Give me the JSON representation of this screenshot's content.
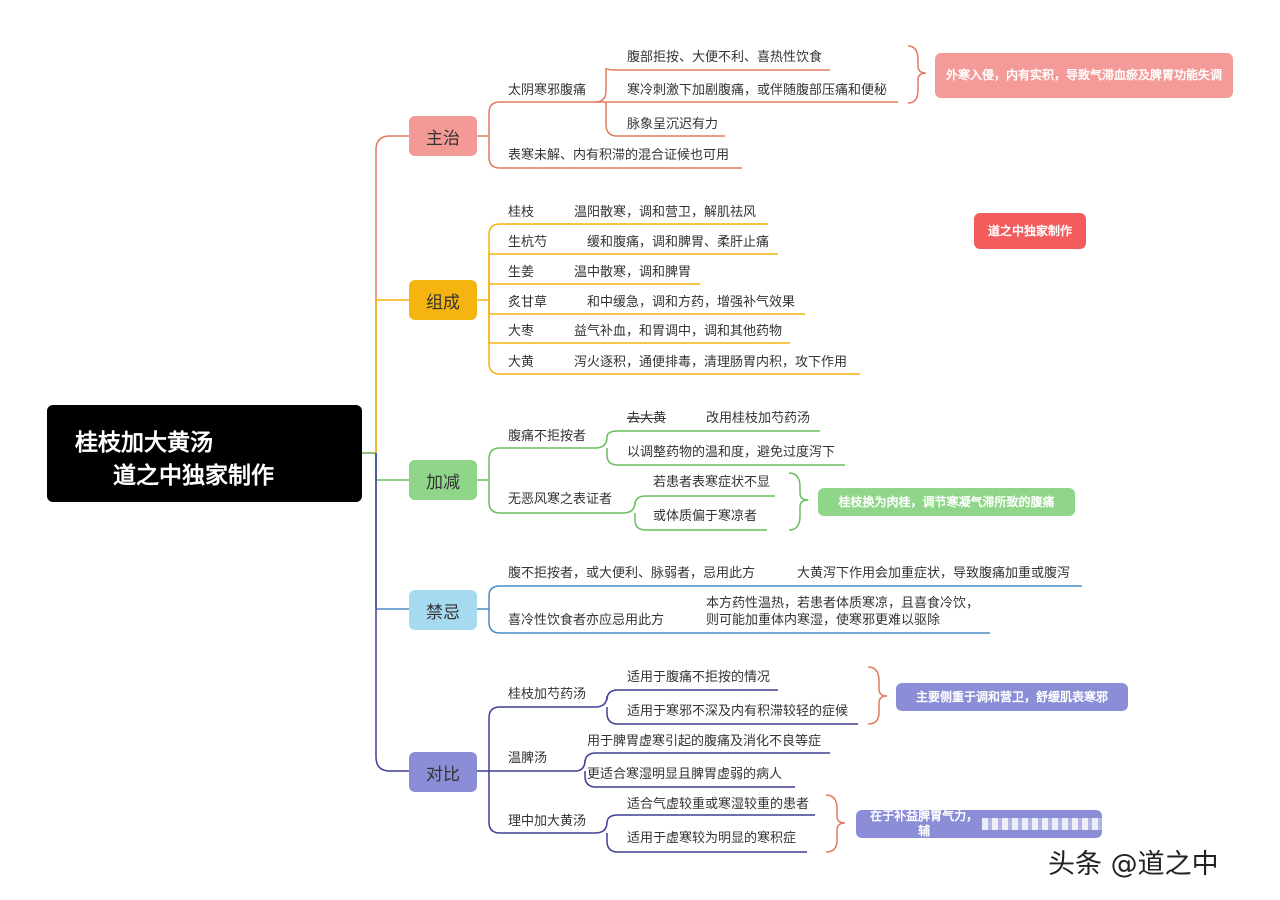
{
  "root": {
    "line1": "桂枝加大黄汤",
    "line2": "道之中独家制作"
  },
  "branches": {
    "zhuzhi": {
      "label": "主治",
      "taiyin": "太阴寒邪腹痛",
      "sym1": "腹部拒按、大便不利、喜热性饮食",
      "sym2": "寒冷刺激下加剧腹痛，或伴随腹部压痛和便秘",
      "sym3": "脉象呈沉迟有力",
      "biaohan": "表寒未解、内有积滞的混合证候也可用",
      "note": "外寒入侵，内有实积，导致气滞血瘀及脾胃功能失调"
    },
    "zucheng": {
      "label": "组成",
      "herbs": [
        {
          "name": "桂枝",
          "desc": "温阳散寒，调和营卫，解肌祛风"
        },
        {
          "name": "生杭芍",
          "desc": "缓和腹痛，调和脾胃、柔肝止痛"
        },
        {
          "name": "生姜",
          "desc": "温中散寒，调和脾胃"
        },
        {
          "name": "炙甘草",
          "desc": "和中缓急，调和方药，增强补气效果"
        },
        {
          "name": "大枣",
          "desc": "益气补血，和胃调中，调和其他药物"
        },
        {
          "name": "大黄",
          "desc": "泻火逐积，通便排毒，清理肠胃内积，攻下作用"
        }
      ],
      "note": "道之中独家制作"
    },
    "jiajian": {
      "label": "加减",
      "a": "腹痛不拒按者",
      "a1": "去大黄",
      "a1b": "改用桂枝加芍药汤",
      "a2": "以调整药物的温和度，避免过度泻下",
      "b": "无恶风寒之表证者",
      "b1": "若患者表寒症状不显",
      "b2": "或体质偏于寒凉者",
      "note": "桂枝换为肉桂，调节寒凝气滞所致的腹痛"
    },
    "jinji": {
      "label": "禁忌",
      "a": "腹不拒按者，或大便利、脉弱者，忌用此方",
      "a1": "大黄泻下作用会加重症状，导致腹痛加重或腹泻",
      "b": "喜冷性饮食者亦应忌用此方",
      "b1": "本方药性温热，若患者体质寒凉，且喜食冷饮，",
      "b2": "则可能加重体内寒湿，使寒邪更难以驱除"
    },
    "duibi": {
      "label": "对比",
      "a": "桂枝加芍药汤",
      "a1": "适用于腹痛不拒按的情况",
      "a2": "适用于寒邪不深及内有积滞较轻的症候",
      "anote": "主要侧重于调和营卫，舒缓肌表寒邪",
      "b": "温脾汤",
      "b1": "用于脾胃虚寒引起的腹痛及消化不良等症",
      "b2": "更适合寒湿明显且脾胃虚弱的病人",
      "c": "理中加大黄汤",
      "c1": "适合气虚较重或寒湿较重的患者",
      "c2": "适用于虚寒较为明显的寒积症",
      "cnote": "在于补益脾胃气力，辅"
    }
  },
  "watermark": "头条 @道之中",
  "colors": {
    "zhuzhi": "#e07b5e",
    "zucheng": "#f5b40f",
    "jiajian": "#6abf5e",
    "jinji": "#4a8cc7",
    "duibi": "#3f3f96",
    "root_line": "#6aa84f"
  }
}
